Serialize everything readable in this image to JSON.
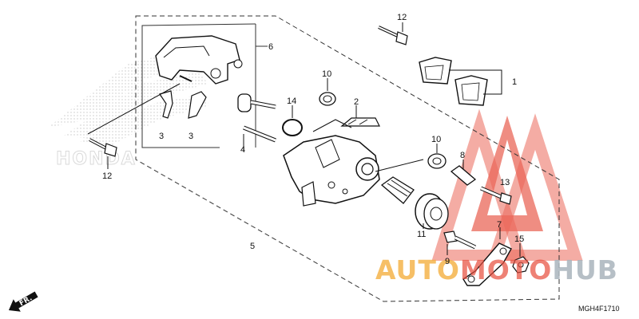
{
  "callouts": [
    {
      "id": "c1",
      "text": "1"
    },
    {
      "id": "c2",
      "text": "2"
    },
    {
      "id": "c3a",
      "text": "3"
    },
    {
      "id": "c3b",
      "text": "3"
    },
    {
      "id": "c4",
      "text": "4"
    },
    {
      "id": "c5",
      "text": "5"
    },
    {
      "id": "c6",
      "text": "6"
    },
    {
      "id": "c7",
      "text": "7"
    },
    {
      "id": "c8",
      "text": "8"
    },
    {
      "id": "c9",
      "text": "9"
    },
    {
      "id": "c10a",
      "text": "10"
    },
    {
      "id": "c10b",
      "text": "10"
    },
    {
      "id": "c11",
      "text": "11"
    },
    {
      "id": "c12a",
      "text": "12"
    },
    {
      "id": "c12b",
      "text": "12"
    },
    {
      "id": "c13",
      "text": "13"
    },
    {
      "id": "c14",
      "text": "14"
    },
    {
      "id": "c15",
      "text": "15"
    }
  ],
  "diagram_code": "MGH4F1710",
  "direction_label": "FR.",
  "background_logo": "HONDA",
  "watermark": {
    "part1": "AUTO",
    "part2": "MOTO",
    "part3": "HUB",
    "color_orange": "#f5b041",
    "color_red": "#e74c3c",
    "color_gray": "#aab4bd"
  }
}
